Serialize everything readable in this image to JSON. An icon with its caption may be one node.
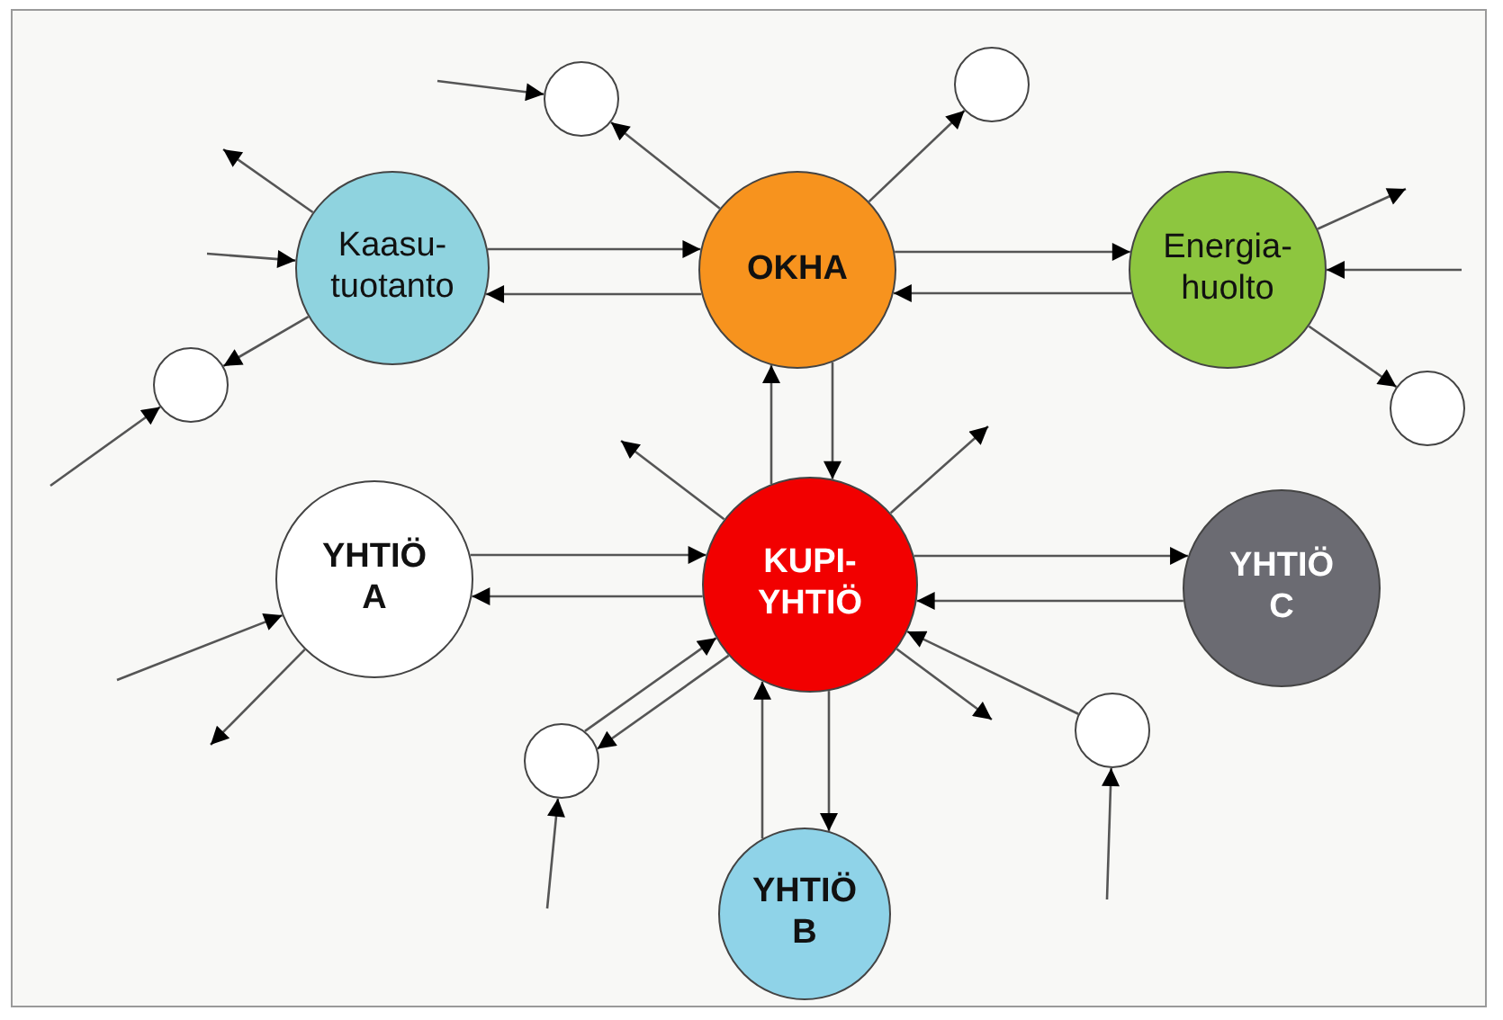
{
  "diagram": {
    "nodes": [
      {
        "text": [
          "Kaasu- tuotanto"
        ]
      },
      {
        "text": [
          "OKHA"
        ]
      },
      {
        "text": [
          "Energia- huolto"
        ]
      },
      {
        "text": [
          "YHTIÖ A"
        ]
      },
      {
        "text": [
          "KUPI- YHTIÖ"
        ]
      },
      {
        "text": [
          "YHTIÖ C"
        ]
      },
      {
        "text": [
          "YHTIÖ B"
        ]
      },
      {
        "text": [],
        "shape": "circle"
      },
      {
        "text": [],
        "shape": "circle"
      },
      {
        "text": [],
        "shape": "circle"
      },
      {
        "text": [],
        "shape": "circle"
      },
      {
        "text": [],
        "shape": "circle"
      },
      {
        "text": [],
        "shape": "circle"
      }
    ],
    "edges": [
      {
        "from": null,
        "to": 7,
        "arrow": "to"
      },
      {
        "from": 1,
        "to": 7,
        "arrow": "to"
      },
      {
        "from": 1,
        "to": 8,
        "arrow": "to"
      },
      {
        "from": 0,
        "to": null,
        "arrow": "to"
      },
      {
        "from": null,
        "to": 0,
        "arrow": "to"
      },
      {
        "from": 0,
        "to": 9,
        "arrow": "to"
      },
      {
        "from": null,
        "to": 9,
        "arrow": "to"
      },
      {
        "from": 0,
        "to": 1,
        "arrow": "to"
      },
      {
        "from": 1,
        "to": 0,
        "arrow": "to"
      },
      {
        "from": 1,
        "to": 2,
        "arrow": "to"
      },
      {
        "from": 2,
        "to": 1,
        "arrow": "to"
      },
      {
        "from": 2,
        "to": null,
        "arrow": "to"
      },
      {
        "from": null,
        "to": 2,
        "arrow": "to"
      },
      {
        "from": 2,
        "to": 10,
        "arrow": "to"
      },
      {
        "from": 1,
        "to": 4,
        "arrow": "to"
      },
      {
        "from": 4,
        "to": 1,
        "arrow": "to"
      },
      {
        "from": 4,
        "to": null,
        "arrow": "to"
      },
      {
        "from": 4,
        "to": null,
        "arrow": "to"
      },
      {
        "from": 3,
        "to": 4,
        "arrow": "to"
      },
      {
        "from": 4,
        "to": 3,
        "arrow": "to"
      },
      {
        "from": 4,
        "to": 5,
        "arrow": "to"
      },
      {
        "from": 5,
        "to": 4,
        "arrow": "to"
      },
      {
        "from": null,
        "to": 3,
        "arrow": "to"
      },
      {
        "from": 3,
        "to": null,
        "arrow": "to"
      },
      {
        "from": 11,
        "to": 4,
        "arrow": "to"
      },
      {
        "from": 4,
        "to": 11,
        "arrow": "to"
      },
      {
        "from": null,
        "to": 11,
        "arrow": "to"
      },
      {
        "from": 4,
        "to": 6,
        "arrow": "to"
      },
      {
        "from": 6,
        "to": 4,
        "arrow": "to"
      },
      {
        "from": 4,
        "to": null,
        "arrow": "to"
      },
      {
        "from": 12,
        "to": 4,
        "arrow": "to"
      },
      {
        "from": null,
        "to": 12,
        "arrow": "to"
      }
    ]
  }
}
